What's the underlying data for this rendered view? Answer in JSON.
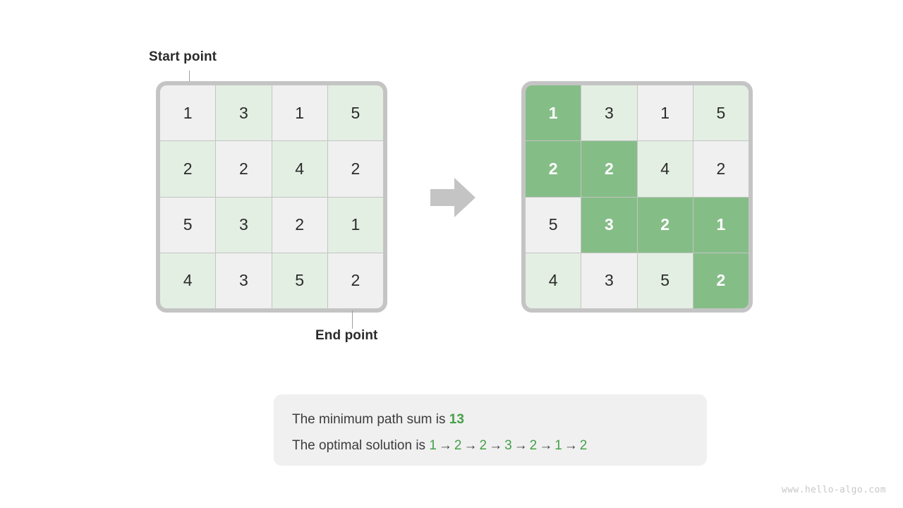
{
  "annotations": {
    "start_label": "Start point",
    "end_label": "End point"
  },
  "arrow": {
    "icon": "arrow-right-icon"
  },
  "grids": {
    "left": {
      "name": "input-grid",
      "rows": [
        [
          {
            "value": "1",
            "highlighted": false
          },
          {
            "value": "3",
            "highlighted": false
          },
          {
            "value": "1",
            "highlighted": false
          },
          {
            "value": "5",
            "highlighted": false
          }
        ],
        [
          {
            "value": "2",
            "highlighted": false
          },
          {
            "value": "2",
            "highlighted": false
          },
          {
            "value": "4",
            "highlighted": false
          },
          {
            "value": "2",
            "highlighted": false
          }
        ],
        [
          {
            "value": "5",
            "highlighted": false
          },
          {
            "value": "3",
            "highlighted": false
          },
          {
            "value": "2",
            "highlighted": false
          },
          {
            "value": "1",
            "highlighted": false
          }
        ],
        [
          {
            "value": "4",
            "highlighted": false
          },
          {
            "value": "3",
            "highlighted": false
          },
          {
            "value": "5",
            "highlighted": false
          },
          {
            "value": "2",
            "highlighted": false
          }
        ]
      ]
    },
    "right": {
      "name": "solution-grid",
      "rows": [
        [
          {
            "value": "1",
            "highlighted": true
          },
          {
            "value": "3",
            "highlighted": false
          },
          {
            "value": "1",
            "highlighted": false
          },
          {
            "value": "5",
            "highlighted": false
          }
        ],
        [
          {
            "value": "2",
            "highlighted": true
          },
          {
            "value": "2",
            "highlighted": true
          },
          {
            "value": "4",
            "highlighted": false
          },
          {
            "value": "2",
            "highlighted": false
          }
        ],
        [
          {
            "value": "5",
            "highlighted": false
          },
          {
            "value": "3",
            "highlighted": true
          },
          {
            "value": "2",
            "highlighted": true
          },
          {
            "value": "1",
            "highlighted": true
          }
        ],
        [
          {
            "value": "4",
            "highlighted": false
          },
          {
            "value": "3",
            "highlighted": false
          },
          {
            "value": "5",
            "highlighted": false
          },
          {
            "value": "2",
            "highlighted": true
          }
        ]
      ]
    }
  },
  "result": {
    "sum_prefix": "The minimum path sum is",
    "sum_value": "13",
    "solution_prefix": "The optimal solution is",
    "solution_path": [
      "1",
      "2",
      "2",
      "3",
      "2",
      "1",
      "2"
    ],
    "arrow_glyph": "→"
  },
  "watermark": "www.hello-algo.com",
  "colors": {
    "accent_green": "#46a049",
    "highlight_green": "#85bd87",
    "cell_green": "#e3efe3",
    "cell_gray": "#f0f0f0",
    "frame_gray": "#c4c4c4",
    "arrow_gray": "#c4c4c4",
    "text_dark": "#2b2b2b"
  }
}
